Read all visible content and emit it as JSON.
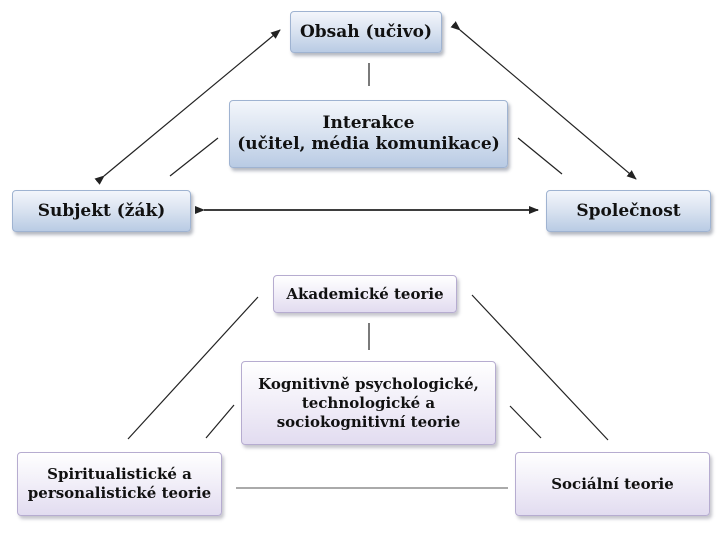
{
  "top_diagram": {
    "top_box": "Obsah (učivo)",
    "center_box": {
      "line1": "Interakce",
      "line2": "(učitel, média komunikace)"
    },
    "left_box": "Subjekt (žák)",
    "right_box": "Společnost"
  },
  "bottom_diagram": {
    "top_box": "Akademické teorie",
    "center_box": {
      "line1": "Kognitivně psychologické,",
      "line2": "technologické a",
      "line3": "sociokognitivní teorie"
    },
    "left_box": {
      "line1": "Spiritualistické a",
      "line2": "personalistické teorie"
    },
    "right_box": "Sociální teorie"
  },
  "colors": {
    "top_box_fill": "#c9d7ea",
    "bottom_box_fill": "#ece8f5",
    "line_color": "#222222"
  }
}
